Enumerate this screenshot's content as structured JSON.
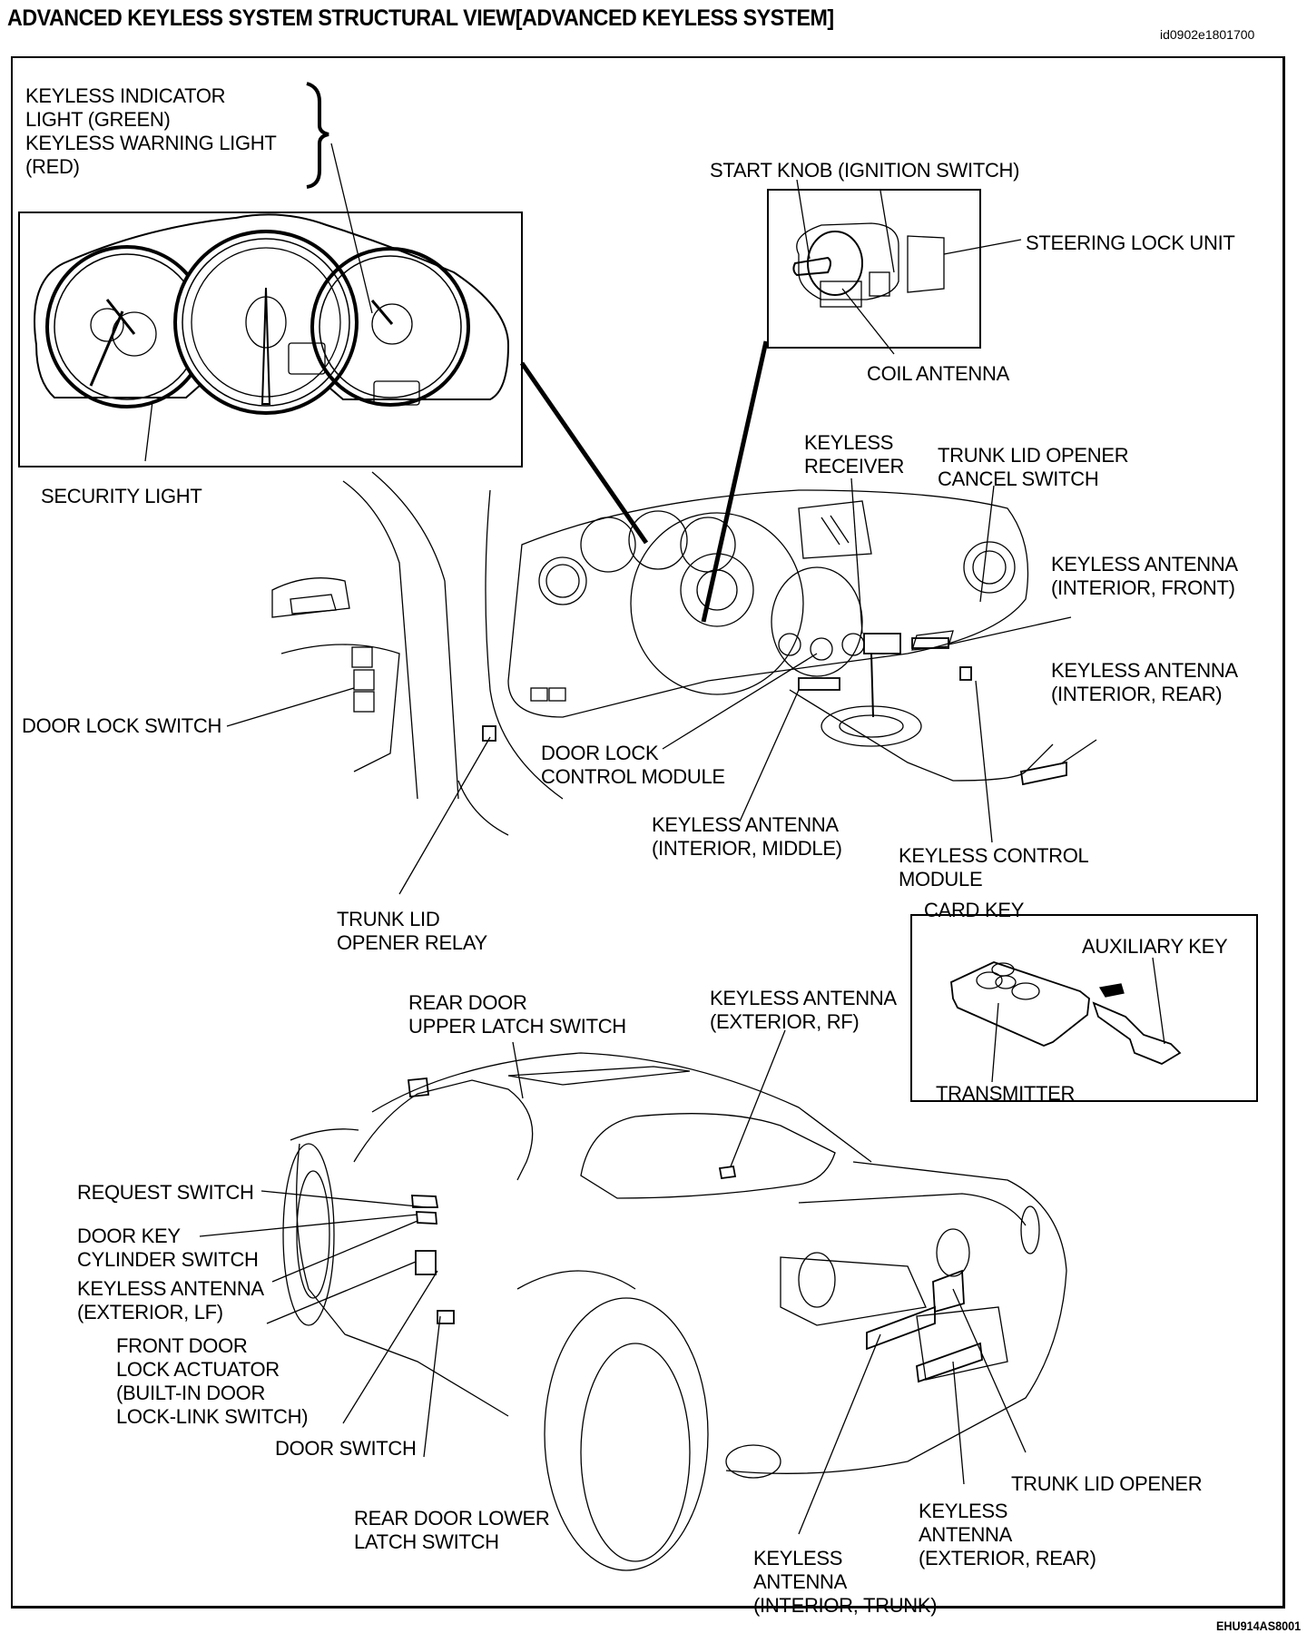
{
  "header": {
    "title": "ADVANCED KEYLESS SYSTEM STRUCTURAL VIEW[ADVANCED KEYLESS SYSTEM]",
    "doc_id": "id0902e1801700"
  },
  "footer": {
    "figure_id": "EHU914AS8001"
  },
  "cluster_callouts": {
    "indicator": [
      "KEYLESS INDICATOR",
      "LIGHT (GREEN)",
      "KEYLESS WARNING LIGHT",
      "(RED)"
    ],
    "security_light": "SECURITY LIGHT"
  },
  "ignition_callouts": {
    "start_knob": "START KNOB (IGNITION SWITCH)",
    "steering_lock_unit": "STEERING LOCK UNIT",
    "coil_antenna": "COIL ANTENNA"
  },
  "interior_callouts": {
    "keyless_receiver": [
      "KEYLESS",
      "RECEIVER"
    ],
    "trunk_lid_opener_cancel_switch": [
      "TRUNK LID OPENER",
      "CANCEL SWITCH"
    ],
    "keyless_antenna_interior_front": [
      "KEYLESS ANTENNA",
      "(INTERIOR, FRONT)"
    ],
    "keyless_antenna_interior_rear": [
      "KEYLESS ANTENNA",
      "(INTERIOR, REAR)"
    ],
    "door_lock_switch": "DOOR LOCK SWITCH",
    "door_lock_control_module": [
      "DOOR LOCK",
      "CONTROL MODULE"
    ],
    "keyless_antenna_interior_middle": [
      "KEYLESS ANTENNA",
      "(INTERIOR, MIDDLE)"
    ],
    "keyless_control_module": [
      "KEYLESS CONTROL",
      "MODULE"
    ],
    "trunk_lid_opener_relay": [
      "TRUNK LID",
      "OPENER RELAY"
    ]
  },
  "card_key": {
    "title": "CARD KEY",
    "auxiliary_key": "AUXILIARY KEY",
    "transmitter": "TRANSMITTER"
  },
  "exterior_callouts": {
    "rear_door_upper_latch_switch": [
      "REAR DOOR",
      "UPPER LATCH SWITCH"
    ],
    "keyless_antenna_exterior_rf": [
      "KEYLESS ANTENNA",
      "(EXTERIOR, RF)"
    ],
    "request_switch": "REQUEST SWITCH",
    "door_key_cylinder_switch": [
      "DOOR KEY",
      "CYLINDER SWITCH"
    ],
    "keyless_antenna_exterior_lf": [
      "KEYLESS ANTENNA",
      "(EXTERIOR, LF)"
    ],
    "front_door_lock_actuator": [
      "FRONT DOOR",
      "LOCK ACTUATOR",
      "(BUILT-IN DOOR",
      "LOCK-LINK SWITCH)"
    ],
    "door_switch": "DOOR SWITCH",
    "rear_door_lower_latch_switch": [
      "REAR DOOR LOWER",
      "LATCH SWITCH"
    ],
    "trunk_lid_opener": "TRUNK LID OPENER",
    "keyless_antenna_exterior_rear": [
      "KEYLESS",
      "ANTENNA",
      "(EXTERIOR, REAR)"
    ],
    "keyless_antenna_interior_trunk": [
      "KEYLESS",
      "ANTENNA",
      "(INTERIOR, TRUNK)"
    ]
  }
}
